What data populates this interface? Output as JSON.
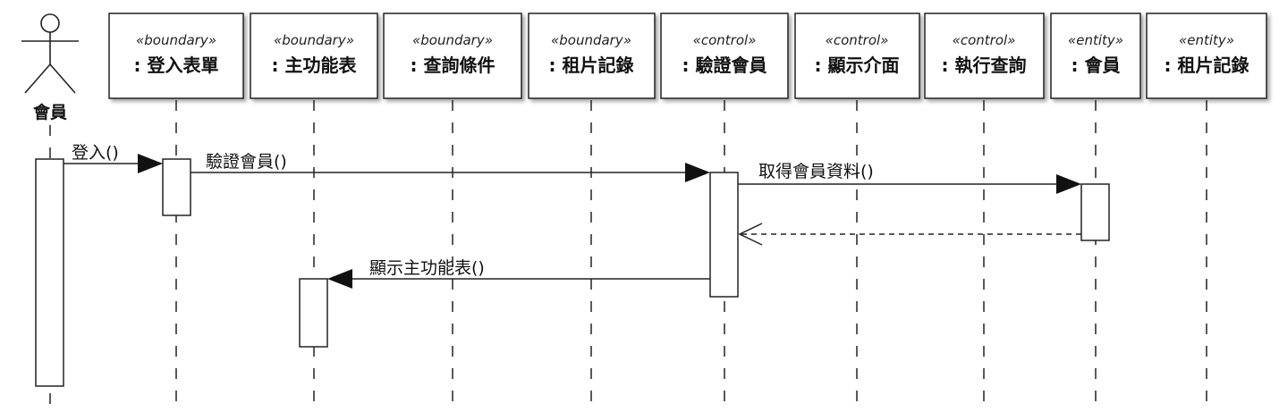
{
  "actor": {
    "name": "會員"
  },
  "lifelines": [
    {
      "stereotype": "«boundary»",
      "name": ": 登入表單"
    },
    {
      "stereotype": "«boundary»",
      "name": ": 主功能表"
    },
    {
      "stereotype": "«boundary»",
      "name": ": 查詢條件"
    },
    {
      "stereotype": "«boundary»",
      "name": ": 租片記錄"
    },
    {
      "stereotype": "«control»",
      "name": ": 驗證會員"
    },
    {
      "stereotype": "«control»",
      "name": ": 顯示介面"
    },
    {
      "stereotype": "«control»",
      "name": ": 執行查詢"
    },
    {
      "stereotype": "«entity»",
      "name": ": 會員"
    },
    {
      "stereotype": "«entity»",
      "name": ": 租片記錄"
    }
  ],
  "messages": [
    {
      "label": "登入()",
      "type": "sync"
    },
    {
      "label": "驗證會員()",
      "type": "sync"
    },
    {
      "label": "取得會員資料()",
      "type": "sync"
    },
    {
      "label": "",
      "type": "return"
    },
    {
      "label": "顯示主功能表()",
      "type": "sync"
    }
  ]
}
